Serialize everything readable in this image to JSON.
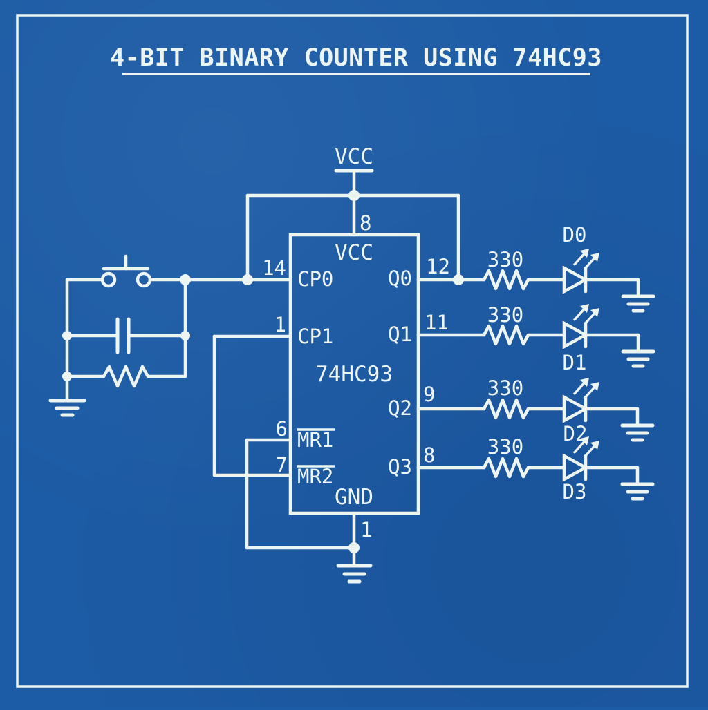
{
  "title": "4-BIT BINARY COUNTER USING 74HC93",
  "colors": {
    "background": "#1c5ba5",
    "ink": "#ecf5f2"
  },
  "power": {
    "vcc_label": "VCC",
    "vcc_pin": "8",
    "gnd_pin": "1"
  },
  "ic": {
    "part_number": "74HC93",
    "top_pin_label": "VCC",
    "bottom_pin_label": "GND",
    "left_pins": [
      {
        "number": "14",
        "name": "CP0"
      },
      {
        "number": "1",
        "name": "CP1"
      },
      {
        "number": "6",
        "name": "MR1"
      },
      {
        "number": "7",
        "name": "MR2"
      }
    ],
    "right_pins": [
      {
        "number": "12",
        "name": "Q0"
      },
      {
        "number": "11",
        "name": "Q1"
      },
      {
        "number": "9",
        "name": "Q2"
      },
      {
        "number": "8",
        "name": "Q3"
      }
    ]
  },
  "outputs": [
    {
      "pin": "12",
      "resistor_value": "330",
      "led_name": "D0"
    },
    {
      "pin": "11",
      "resistor_value": "330",
      "led_name": "D1"
    },
    {
      "pin": "9",
      "resistor_value": "330",
      "led_name": "D2"
    },
    {
      "pin": "8",
      "resistor_value": "330",
      "led_name": "D3"
    }
  ]
}
